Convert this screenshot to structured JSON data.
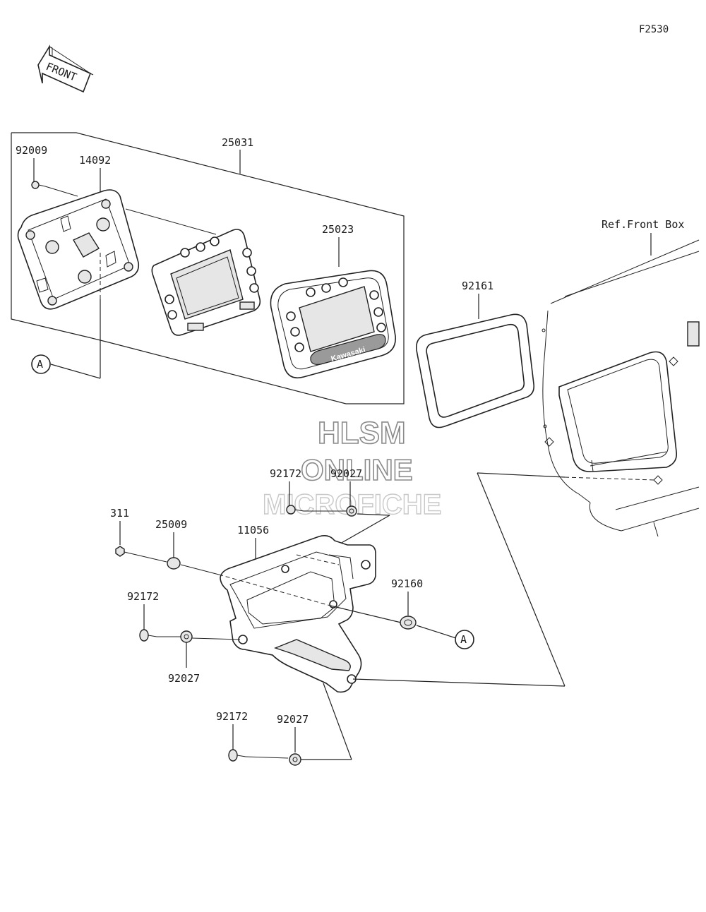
{
  "figure_id": "F2530",
  "front_arrow_label": "FRONT",
  "reference_label": "Ref.Front Box",
  "callout_letter": "A",
  "brand_text": "Kawasaki",
  "parts": {
    "p92009": "92009",
    "p14092": "14092",
    "p25031": "25031",
    "p25023": "25023",
    "p92161": "92161",
    "p92172_a": "92172",
    "p92027_a": "92027",
    "p311": "311",
    "p25009": "25009",
    "p11056": "11056",
    "p92160": "92160",
    "p92172_b": "92172",
    "p92027_b": "92027",
    "p92172_c": "92172",
    "p92027_c": "92027"
  },
  "watermark": {
    "line1": "HLSM",
    "line2": "ONLINE",
    "line3": "MICROFICHE"
  }
}
